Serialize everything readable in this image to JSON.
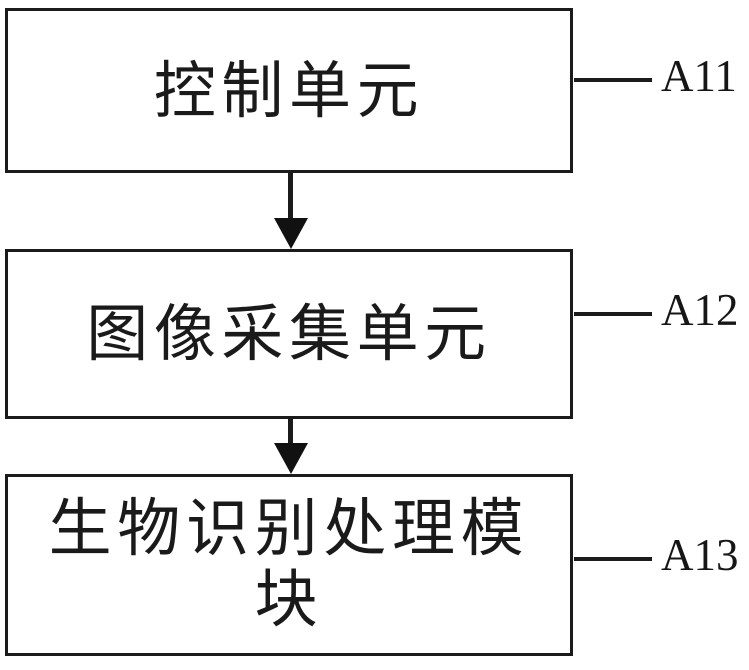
{
  "diagram": {
    "type": "block-diagram",
    "orientation": "vertical-flow",
    "background_color": "#ffffff",
    "line_color": "#1b1b1b",
    "blocks": [
      {
        "id": "control",
        "label": "控制单元",
        "reference": "A11"
      },
      {
        "id": "capture",
        "label": "图像采集单元",
        "reference": "A12"
      },
      {
        "id": "biometric",
        "label": "生物识别处理模\n块",
        "reference": "A13"
      }
    ],
    "connectors": [
      {
        "id": "control-to-capture",
        "from": "control",
        "to": "capture",
        "style": "solid-arrow-down"
      },
      {
        "id": "capture-to-biometric",
        "from": "capture",
        "to": "biometric",
        "style": "solid-arrow-down"
      }
    ]
  }
}
